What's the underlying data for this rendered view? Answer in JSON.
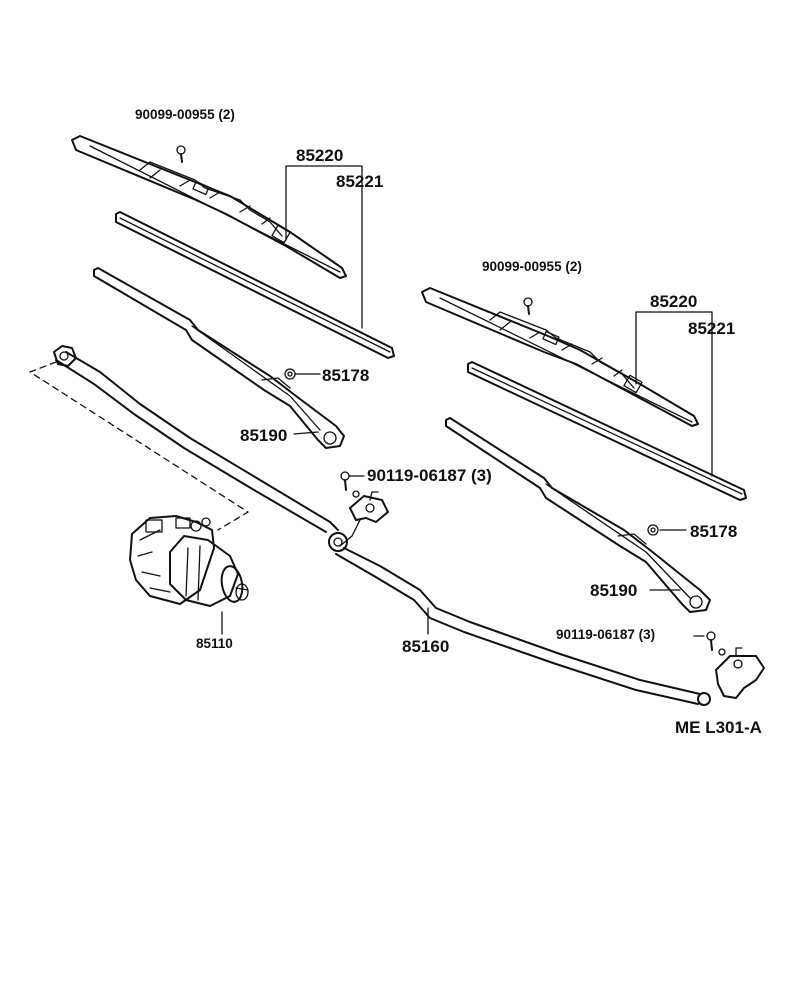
{
  "labels": {
    "bolt_left": "90099-00955 (2)",
    "blade_assy_left": "85220",
    "blade_refill_left": "85221",
    "nut_left": "85178",
    "arm_left": "85190",
    "pivot_bolt_left": "90119-06187 (3)",
    "motor": "85110",
    "link_rod": "85160",
    "bolt_right": "90099-00955 (2)",
    "blade_assy_right": "85220",
    "blade_refill_right": "85221",
    "nut_right": "85178",
    "arm_right": "85190",
    "pivot_bolt_right": "90119-06187 (3)",
    "figure_code": "ME L301-A"
  }
}
